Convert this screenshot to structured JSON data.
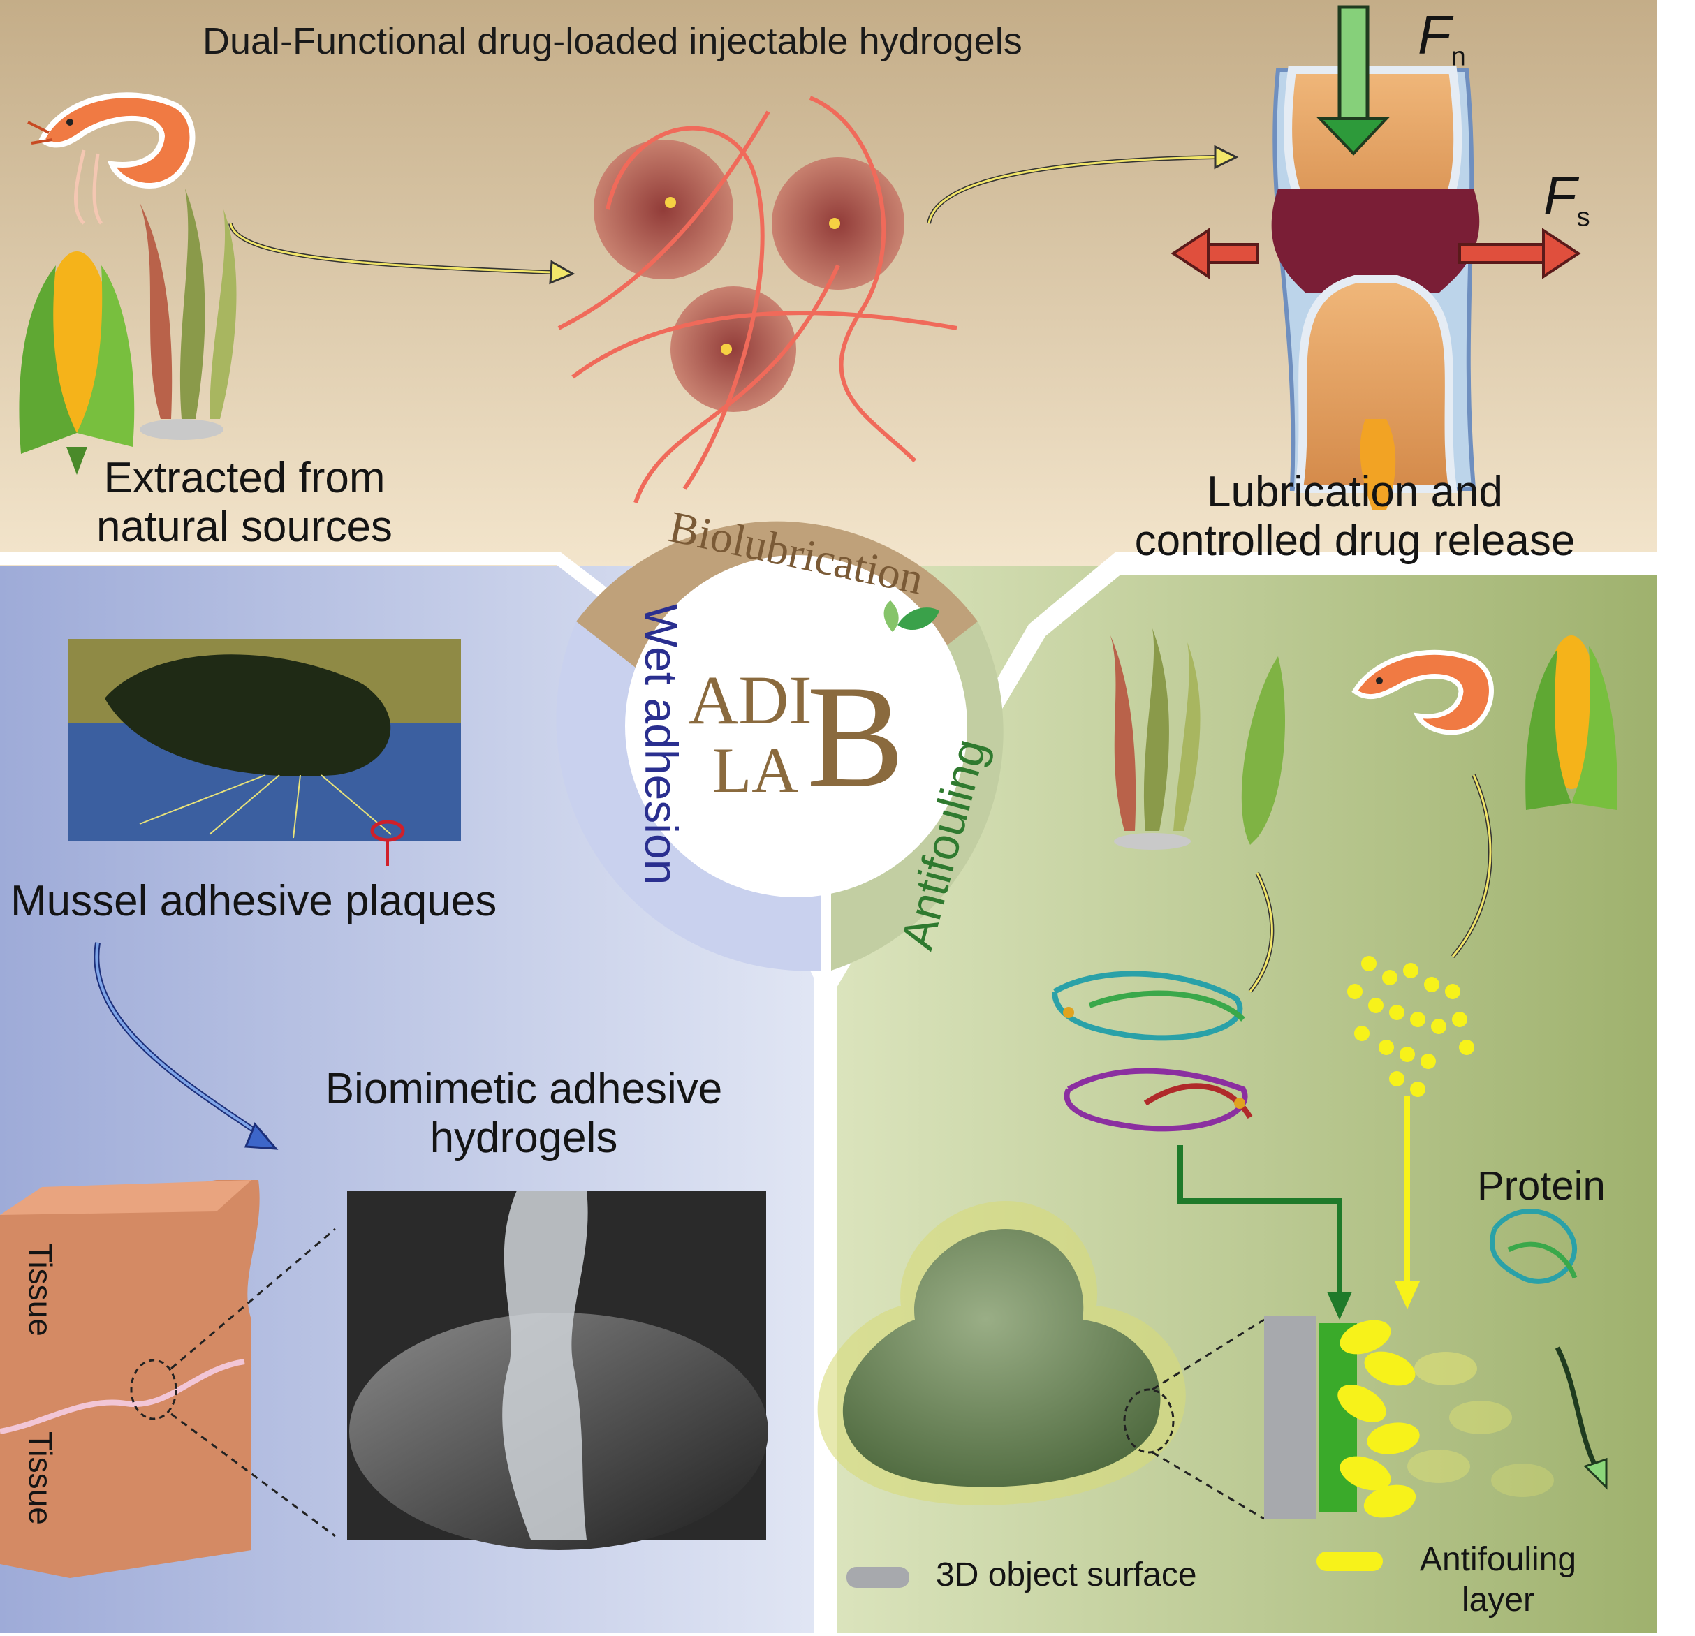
{
  "top": {
    "title": "Dual-Functional drug-loaded injectable hydrogels",
    "source_label_line1": "Extracted from",
    "source_label_line2": "natural sources",
    "lubrication_label_line1": "Lubrication and",
    "lubrication_label_line2": "controlled drug release",
    "force_normal_letter": "F",
    "force_normal_sub": "n",
    "force_shear_letter": "F",
    "force_shear_sub": "s"
  },
  "hub": {
    "biolubrication_label": "Biolubrication",
    "wet_adhesion_label": "Wet adhesion",
    "antifouling_label": "Antifouling",
    "logo_adi": "ADI",
    "logo_la": "LA",
    "logo_b": "B"
  },
  "left": {
    "mussel_label": "Mussel adhesive plaques",
    "biomimetic_line1": "Biomimetic adhesive",
    "biomimetic_line2": "hydrogels",
    "tissue_top": "Tissue",
    "tissue_bottom": "Tissue"
  },
  "right": {
    "protein_label": "Protein",
    "legend_surface": "3D object surface",
    "legend_antifouling_line1": "Antifouling",
    "legend_antifouling_line2": "layer"
  },
  "colors": {
    "top_bg": "#d8c19e",
    "left_bg": "#b9c3e3",
    "right_bg": "#b9c88f",
    "hub_brown": "#7a5a36",
    "hub_blue": "#2a2f8f",
    "hub_green": "#2f7a2f"
  }
}
